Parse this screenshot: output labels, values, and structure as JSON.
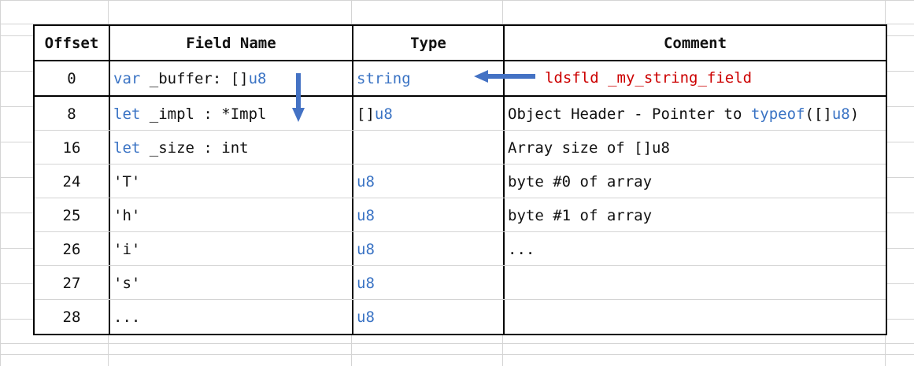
{
  "headers": [
    "Offset",
    "Field Name",
    "Type",
    "Comment"
  ],
  "rows": [
    {
      "offset": "0",
      "field_kw": "var",
      "field_rest": " _buffer: []",
      "field_type": "u8",
      "type_plain": "",
      "type_kw": "string",
      "comment": "",
      "comment_kw": "",
      "comment_tail": ""
    },
    {
      "offset": "8",
      "field_kw": "let",
      "field_rest": " _impl : *Impl",
      "field_type": "",
      "type_plain": "[]",
      "type_kw": "u8",
      "comment": "Object Header - Pointer to ",
      "comment_kw": "typeof",
      "comment_mid": "([]",
      "comment_kw2": "u8",
      "comment_tail": ")"
    },
    {
      "offset": "16",
      "field_kw": "let",
      "field_rest": " _size : int",
      "field_type": "",
      "type_plain": "",
      "type_kw": "",
      "comment": "Array size of []u8"
    },
    {
      "offset": "24",
      "field_kw": "",
      "field_rest": "'T'",
      "field_type": "",
      "type_plain": "",
      "type_kw": "u8",
      "comment": "byte #0 of array"
    },
    {
      "offset": "25",
      "field_kw": "",
      "field_rest": "'h'",
      "field_type": "",
      "type_plain": "",
      "type_kw": "u8",
      "comment": "byte #1 of array"
    },
    {
      "offset": "26",
      "field_kw": "",
      "field_rest": "'i'",
      "field_type": "",
      "type_plain": "",
      "type_kw": "u8",
      "comment": "..."
    },
    {
      "offset": "27",
      "field_kw": "",
      "field_rest": "'s'",
      "field_type": "",
      "type_plain": "",
      "type_kw": "u8",
      "comment": ""
    },
    {
      "offset": "28",
      "field_kw": "",
      "field_rest": "...",
      "field_type": "",
      "type_plain": "",
      "type_kw": "u8",
      "comment": ""
    }
  ],
  "annotation": "ldsfld _my_string_field",
  "colors": {
    "keyword": "#3a73c4",
    "annotation": "#cc0000",
    "arrow": "#4472c4",
    "grid": "#d4d4d4"
  }
}
